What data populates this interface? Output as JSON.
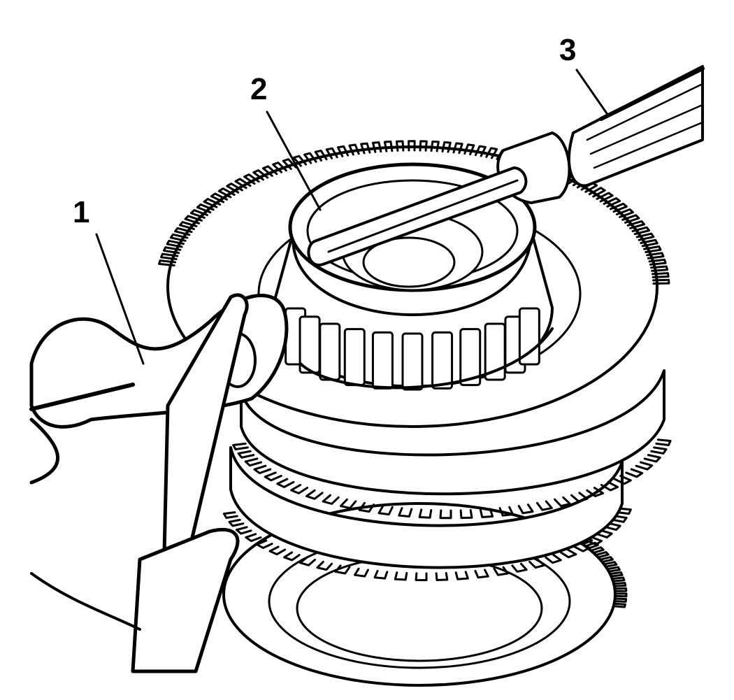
{
  "callouts": [
    {
      "number": "1"
    },
    {
      "number": "2"
    },
    {
      "number": "3"
    }
  ],
  "colors": {
    "ink": "#000000",
    "paper": "#ffffff"
  },
  "icons": [
    "pliers-icon",
    "screwdriver-icon",
    "bearing-icon",
    "gear-cluster-icon"
  ]
}
